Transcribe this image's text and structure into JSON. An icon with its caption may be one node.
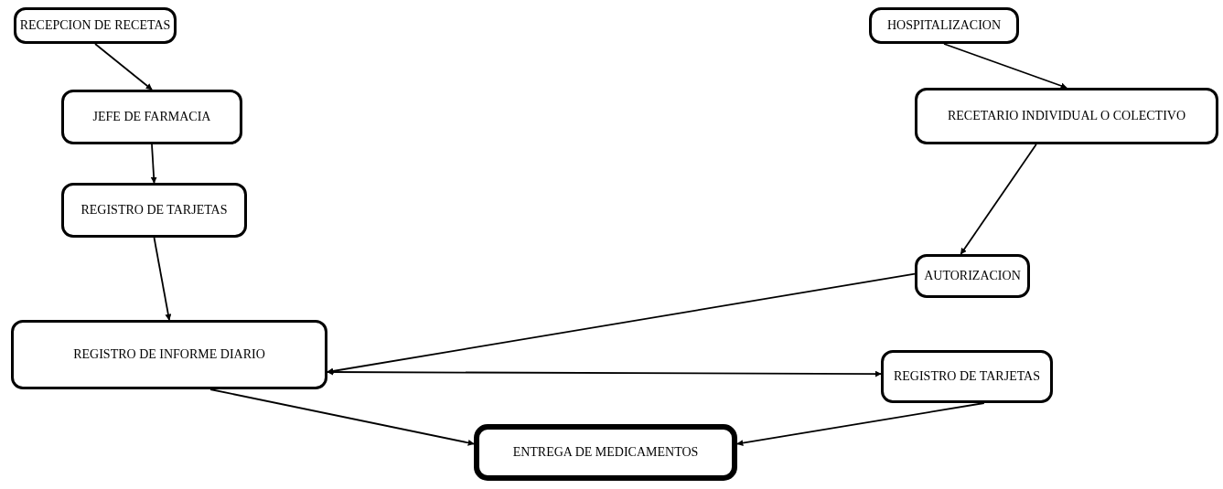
{
  "diagram": {
    "nodes": [
      {
        "text": [
          "RECEPCION DE RECETAS"
        ]
      },
      {
        "text": [
          "JEFE DE FARMACIA"
        ]
      },
      {
        "text": [
          "REGISTRO DE TARJETAS"
        ]
      },
      {
        "text": [
          "REGISTRO DE INFORME DIARIO"
        ]
      },
      {
        "text": [
          "ENTREGA DE MEDICAMENTOS"
        ]
      },
      {
        "text": [
          "HOSPITALIZACION"
        ]
      },
      {
        "text": [
          "RECETARIO INDIVIDUAL O COLECTIVO"
        ]
      },
      {
        "text": [
          "AUTORIZACION"
        ]
      },
      {
        "text": [
          "REGISTRO DE TARJETAS"
        ]
      }
    ],
    "edges": [
      {
        "from": 0,
        "to": 1,
        "arrow": "to"
      },
      {
        "from": 1,
        "to": 2,
        "arrow": "to"
      },
      {
        "from": 2,
        "to": 3,
        "arrow": "to"
      },
      {
        "from": 5,
        "to": 6,
        "arrow": "to"
      },
      {
        "from": 6,
        "to": 7,
        "arrow": "to"
      },
      {
        "from": 7,
        "to": 3,
        "arrow": "to"
      },
      {
        "from": 3,
        "to": 8,
        "arrow": "both"
      },
      {
        "from": 3,
        "to": 4,
        "arrow": "to"
      },
      {
        "from": 8,
        "to": 4,
        "arrow": "to"
      }
    ]
  }
}
